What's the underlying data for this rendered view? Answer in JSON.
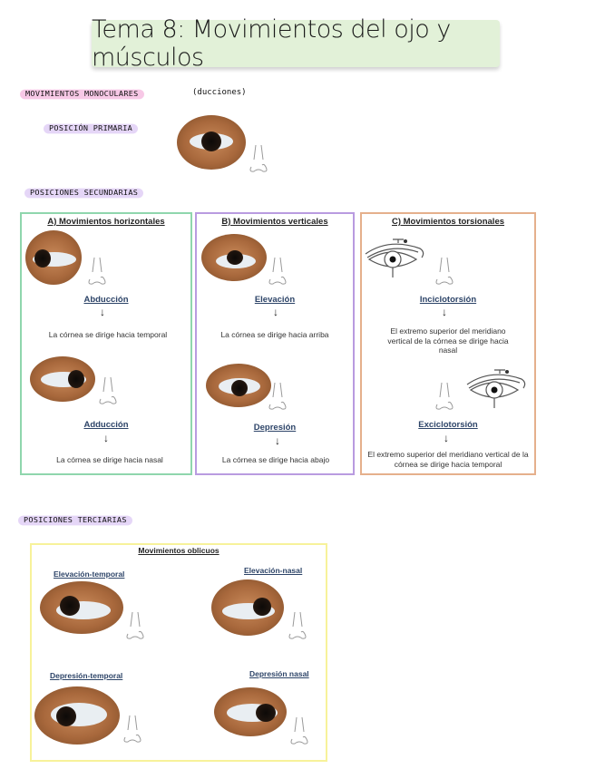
{
  "title": "Tema 8: Movimientos del ojo y músculos",
  "sections": {
    "monoculares": {
      "heading": "Movimientos monoculares",
      "subtitle": "(ducciones)",
      "primary_label": "Posición primaria"
    },
    "secundarias": {
      "heading": "Posiciones secundarias",
      "boxes": [
        {
          "title": "A) Movimientos horizontales",
          "items": [
            {
              "term": "Abducción",
              "arrow": "↓",
              "desc": "La córnea se dirige hacia temporal"
            },
            {
              "term": "Adducción",
              "arrow": "↓",
              "desc": "La córnea se dirige hacia nasal"
            }
          ]
        },
        {
          "title": "B) Movimientos verticales",
          "items": [
            {
              "term": "Elevación",
              "arrow": "↓",
              "desc": "La córnea se dirige hacia arriba"
            },
            {
              "term": "Depresión",
              "arrow": "↓",
              "desc": "La córnea se dirige hacia abajo"
            }
          ]
        },
        {
          "title": "C) Movimientos torsionales",
          "items": [
            {
              "term": "Inciclotorsión",
              "arrow": "↓",
              "desc": "El extremo superior del meridiano vertical de la córnea se dirige hacia nasal"
            },
            {
              "term": "Exciclotorsión",
              "arrow": "↓",
              "desc": "El extremo superior del meridiano vertical de la córnea se dirige hacia temporal"
            }
          ]
        }
      ]
    },
    "terciarias": {
      "heading": "Posiciones terciarias",
      "box_title": "Movimientos oblicuos",
      "items": [
        {
          "term": "Elevación-temporal"
        },
        {
          "term": "Elevación-nasal"
        },
        {
          "term": "Depresión-temporal"
        },
        {
          "term": "Depresión nasal"
        }
      ]
    }
  },
  "icons": {
    "eye_photo": "eye-photo",
    "nose": "nose-sketch",
    "eye_drawing": "eye-diagram"
  }
}
